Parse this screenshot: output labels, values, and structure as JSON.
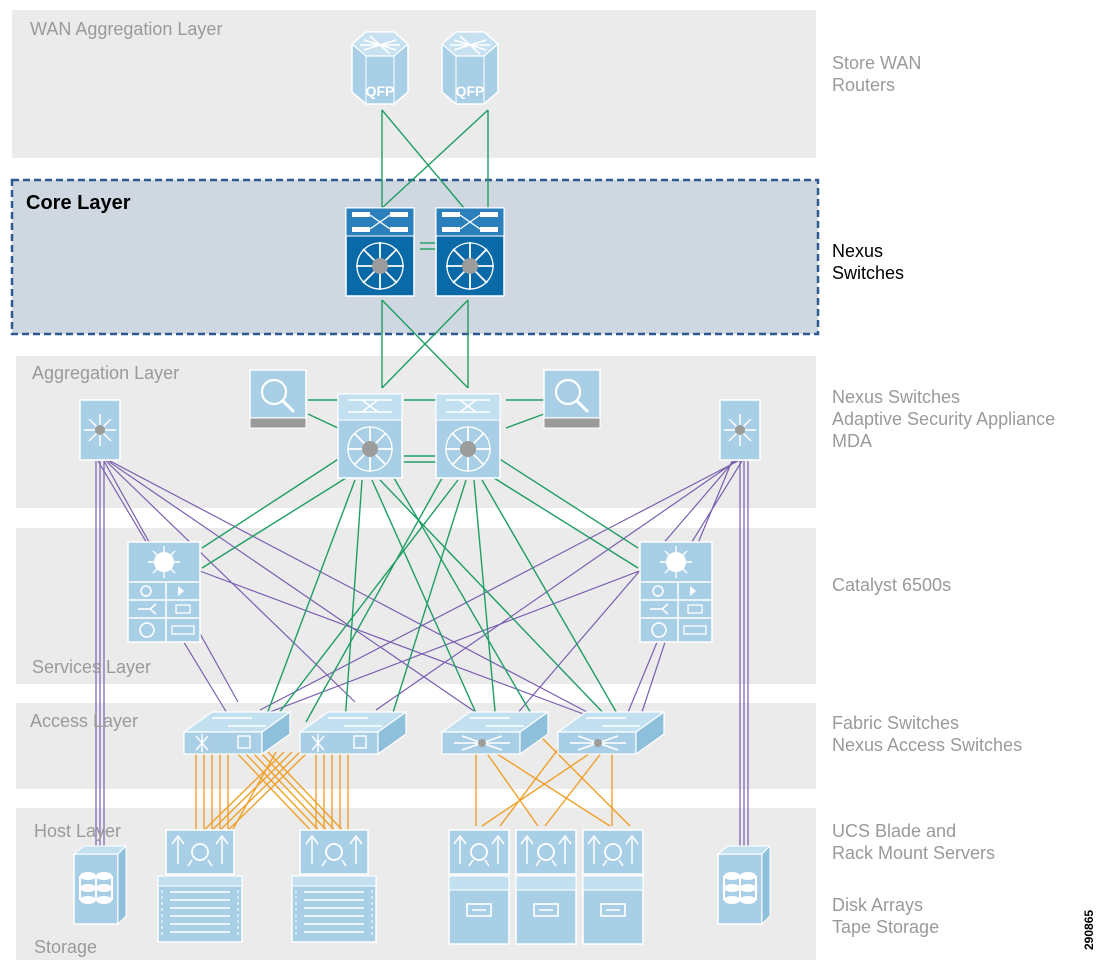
{
  "layers": {
    "wan": {
      "label": "WAN Aggregation Layer",
      "desc": [
        "Store WAN",
        "Routers"
      ]
    },
    "core": {
      "label": "Core Layer",
      "desc": [
        "Nexus",
        "Switches"
      ]
    },
    "aggregation": {
      "label": "Aggregation Layer",
      "desc": [
        "Nexus Switches",
        "Adaptive Security Appliance",
        "MDA"
      ]
    },
    "services": {
      "label": "Services Layer",
      "desc": [
        "Catalyst 6500s"
      ]
    },
    "access": {
      "label": "Access Layer",
      "desc": [
        "Fabric Switches",
        "Nexus Access Switches"
      ]
    },
    "host": {
      "label": "Host Layer",
      "desc": [
        "UCS Blade and",
        "Rack Mount Servers",
        "Disk Arrays",
        "Tape Storage"
      ]
    },
    "storage": {
      "label": "Storage"
    }
  },
  "router_badge": "QFP",
  "figure_id": "290865",
  "colors": {
    "band": "#ebebec",
    "core_band": "#cfd7e1",
    "core_border": "#2f5a8f",
    "device_light": "#a9cfe6",
    "device_dark": "#0a6aa8",
    "green_link": "#1f9e63",
    "purple_link": "#7a5fb0",
    "orange_link": "#f0a02a"
  }
}
